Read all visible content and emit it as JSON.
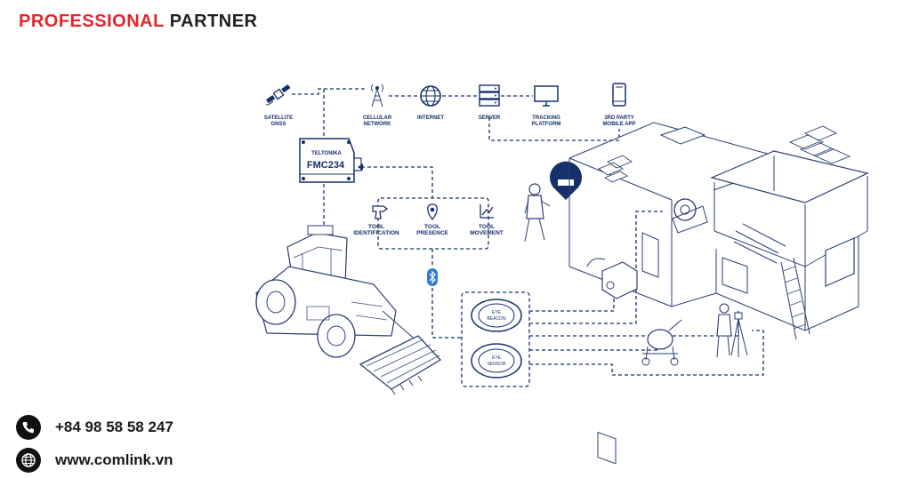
{
  "header": {
    "brand_part1": "PROFESSIONAL",
    "brand_part2": "PARTNER"
  },
  "colors": {
    "brand_red": "#e3262d",
    "diagram_navy": "#16306b",
    "text_dark": "#1e2022"
  },
  "contact": {
    "phone": "+84 98 58 58 247",
    "website": "www.comlink.vn",
    "phone_icon": "phone-icon",
    "web_icon": "globe-icon"
  },
  "diagram": {
    "top_row": [
      {
        "label1": "SATELLITE",
        "label2": "GNSS",
        "icon": "satellite-icon"
      },
      {
        "label1": "CELLULAR",
        "label2": "NETWORK",
        "icon": "cell-tower-icon"
      },
      {
        "label1": "INTERNET",
        "label2": "",
        "icon": "globe-icon"
      },
      {
        "label1": "SERVER",
        "label2": "",
        "icon": "server-icon"
      },
      {
        "label1": "TRACKING",
        "label2": "PLATFORM",
        "icon": "monitor-icon"
      },
      {
        "label1": "3RD PARTY",
        "label2": "MOBILE APP",
        "icon": "phone-icon"
      }
    ],
    "device": {
      "brand": "TELTONIKA",
      "model": "FMC234"
    },
    "tools": [
      {
        "label1": "TOOL",
        "label2": "IDENTIFICATION",
        "icon": "drill-icon"
      },
      {
        "label1": "TOOL",
        "label2": "PRESENCE",
        "icon": "location-pin-icon"
      },
      {
        "label1": "TOOL",
        "label2": "MOVEMENT",
        "icon": "movement-icon"
      }
    ],
    "beacons": [
      {
        "label1": "EYE",
        "label2": "BEACON"
      },
      {
        "label1": "EYE",
        "label2": "SENSOR"
      }
    ],
    "bluetooth_icon": "bluetooth-icon"
  }
}
